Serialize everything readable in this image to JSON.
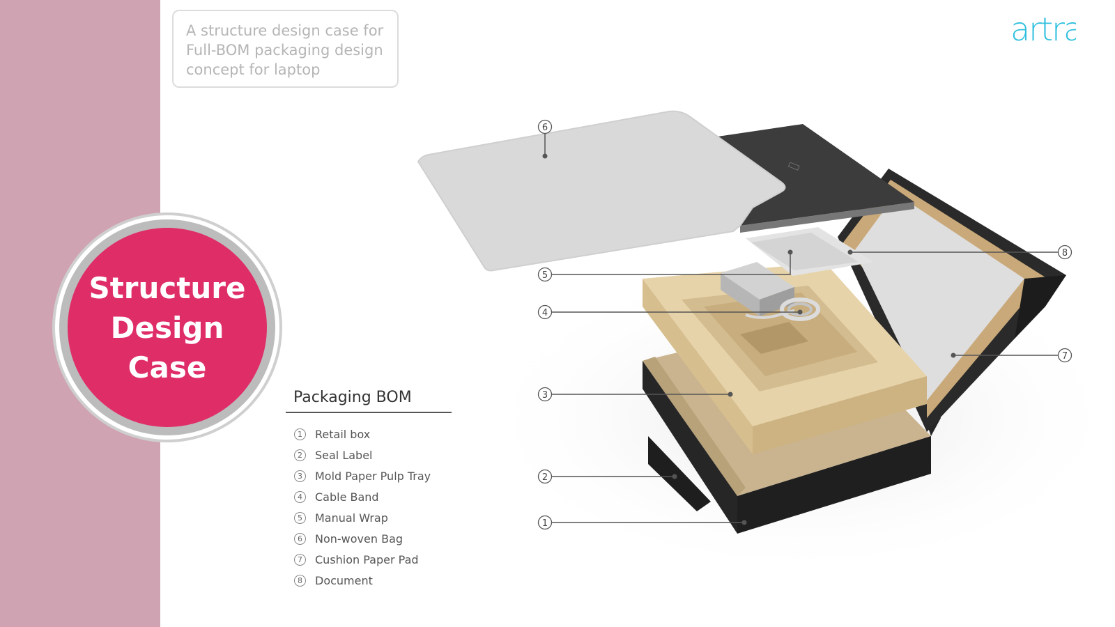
{
  "intro": {
    "lines": [
      "A structure design case for",
      "Full-BOM packaging design",
      "concept for laptop"
    ]
  },
  "logo": {
    "text": "artra",
    "color": "#2fc0de"
  },
  "badge": {
    "lines": [
      "Structure",
      "Design",
      "Case"
    ],
    "color": "#df2d68"
  },
  "bom": {
    "title": "Packaging BOM",
    "items": [
      {
        "num": "1",
        "label": "Retail box"
      },
      {
        "num": "2",
        "label": "Seal Label"
      },
      {
        "num": "3",
        "label": "Mold Paper Pulp Tray"
      },
      {
        "num": "4",
        "label": "Cable Band"
      },
      {
        "num": "5",
        "label": "Manual Wrap"
      },
      {
        "num": "6",
        "label": "Non-woven Bag"
      },
      {
        "num": "7",
        "label": "Cushion Paper Pad"
      },
      {
        "num": "8",
        "label": "Document"
      }
    ]
  },
  "callouts": [
    "6",
    "5",
    "4",
    "3",
    "2",
    "1",
    "8",
    "7"
  ],
  "colors": {
    "sidebar": "#cfa3b1",
    "pulp": "#e3cfa6",
    "box": "#2a2a2a",
    "felt": "#d9d9d9"
  }
}
